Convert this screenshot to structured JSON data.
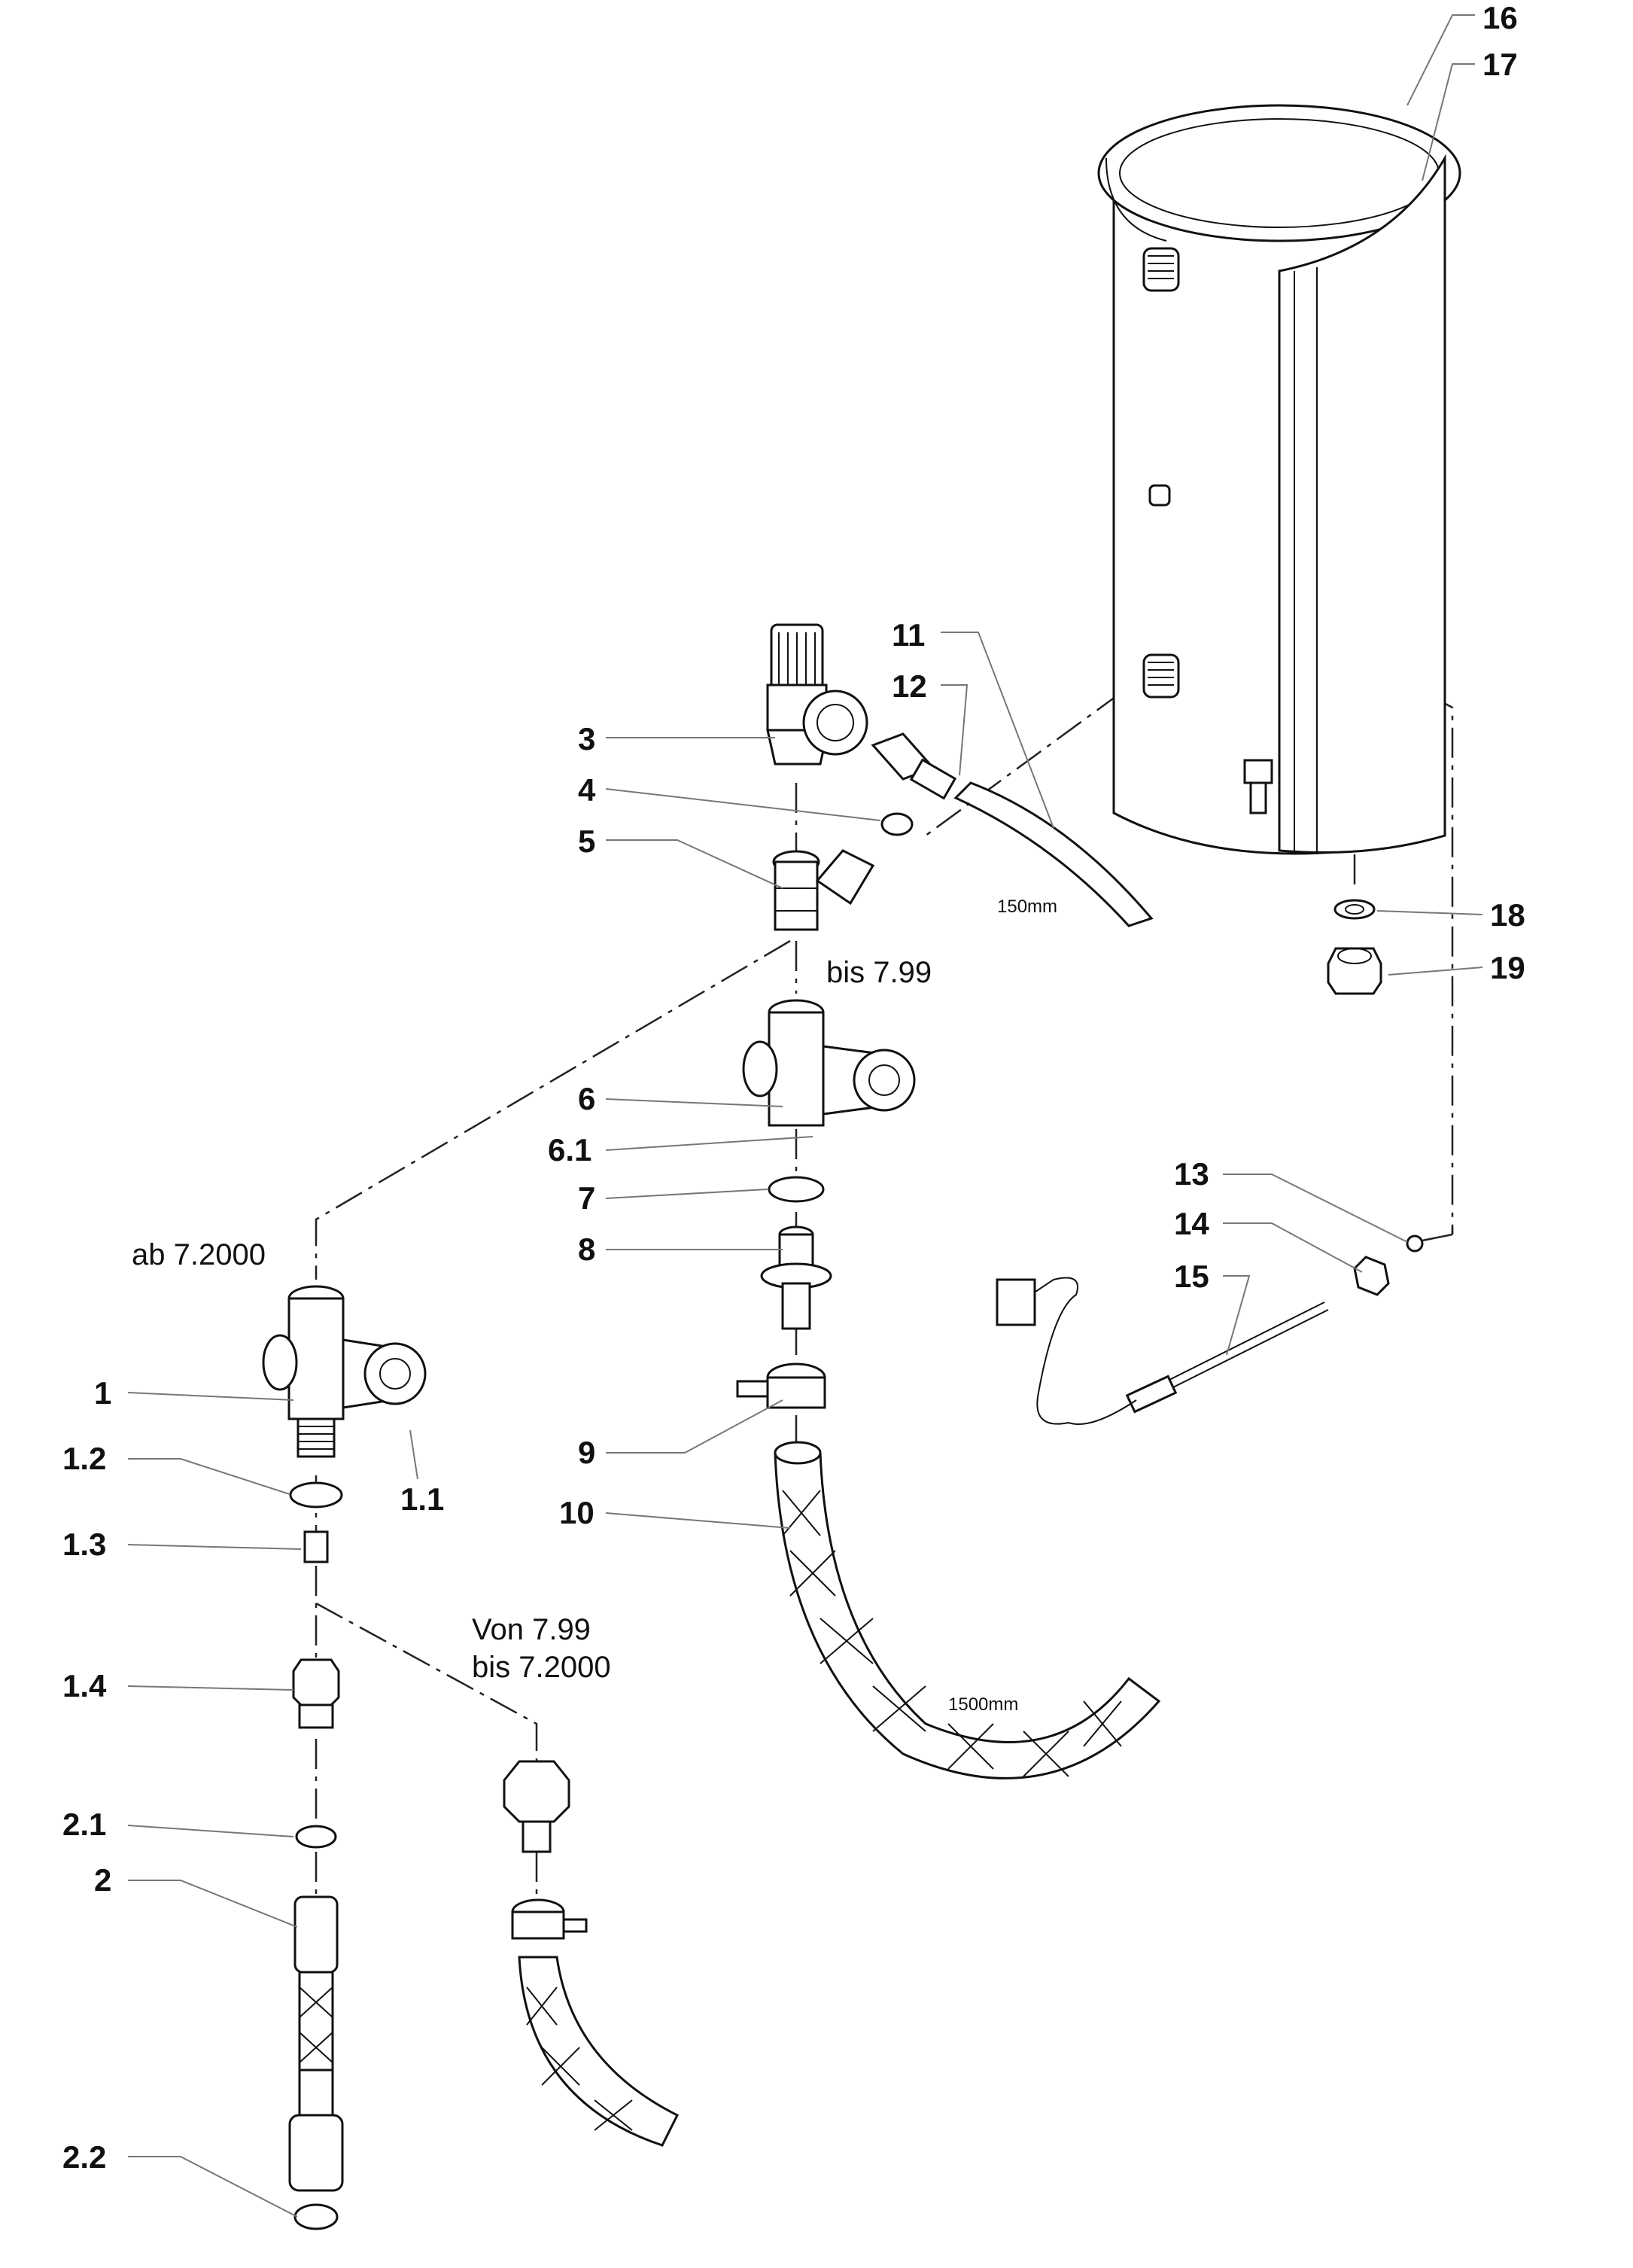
{
  "labels": {
    "p16": "16",
    "p17": "17",
    "p11": "11",
    "p12": "12",
    "p3": "3",
    "p4": "4",
    "p5": "5",
    "p6": "6",
    "p6_1": "6.1",
    "p7": "7",
    "p8": "8",
    "p9": "9",
    "p10": "10",
    "p18": "18",
    "p19": "19",
    "p13": "13",
    "p14": "14",
    "p15": "15",
    "p1": "1",
    "p1_1": "1.1",
    "p1_2": "1.2",
    "p1_3": "1.3",
    "p1_4": "1.4",
    "p2_1": "2.1",
    "p2": "2",
    "p2_2": "2.2"
  },
  "notes": {
    "bis_7_99": "bis 7.99",
    "ab_7_2000": "ab 7.2000",
    "von_line1": "Von 7.99",
    "von_line2": "bis 7.2000"
  },
  "dimensions": {
    "hose_short": "150mm",
    "hose_long": "1500mm"
  }
}
